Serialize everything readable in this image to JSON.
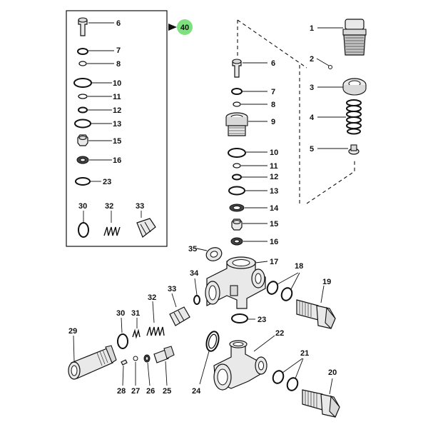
{
  "diagram": {
    "labels": {
      "l1": "1",
      "l2": "2",
      "l3": "3",
      "l4": "4",
      "l5": "5",
      "l6a": "6",
      "l7a": "7",
      "l8a": "8",
      "l10a": "10",
      "l11a": "11",
      "l12a": "12",
      "l13a": "13",
      "l15a": "15",
      "l16a": "16",
      "l23a": "23",
      "l30a": "30",
      "l32a": "32",
      "l33a": "33",
      "l6b": "6",
      "l7b": "7",
      "l8b": "8",
      "l9": "9",
      "l10b": "10",
      "l11b": "11",
      "l12b": "12",
      "l13b": "13",
      "l14": "14",
      "l15b": "15",
      "l16b": "16",
      "l17": "17",
      "l35": "35",
      "l18": "18",
      "l19": "19",
      "l34": "34",
      "l32b": "32",
      "l33b": "33",
      "l30b": "30",
      "l31": "31",
      "l23b": "23",
      "l22": "22",
      "l21": "21",
      "l20": "20",
      "l29": "29",
      "l28": "28",
      "l27": "27",
      "l26": "26",
      "l25": "25",
      "l24": "24"
    },
    "badge_label": "40",
    "badge_color": "#7ee07e"
  }
}
